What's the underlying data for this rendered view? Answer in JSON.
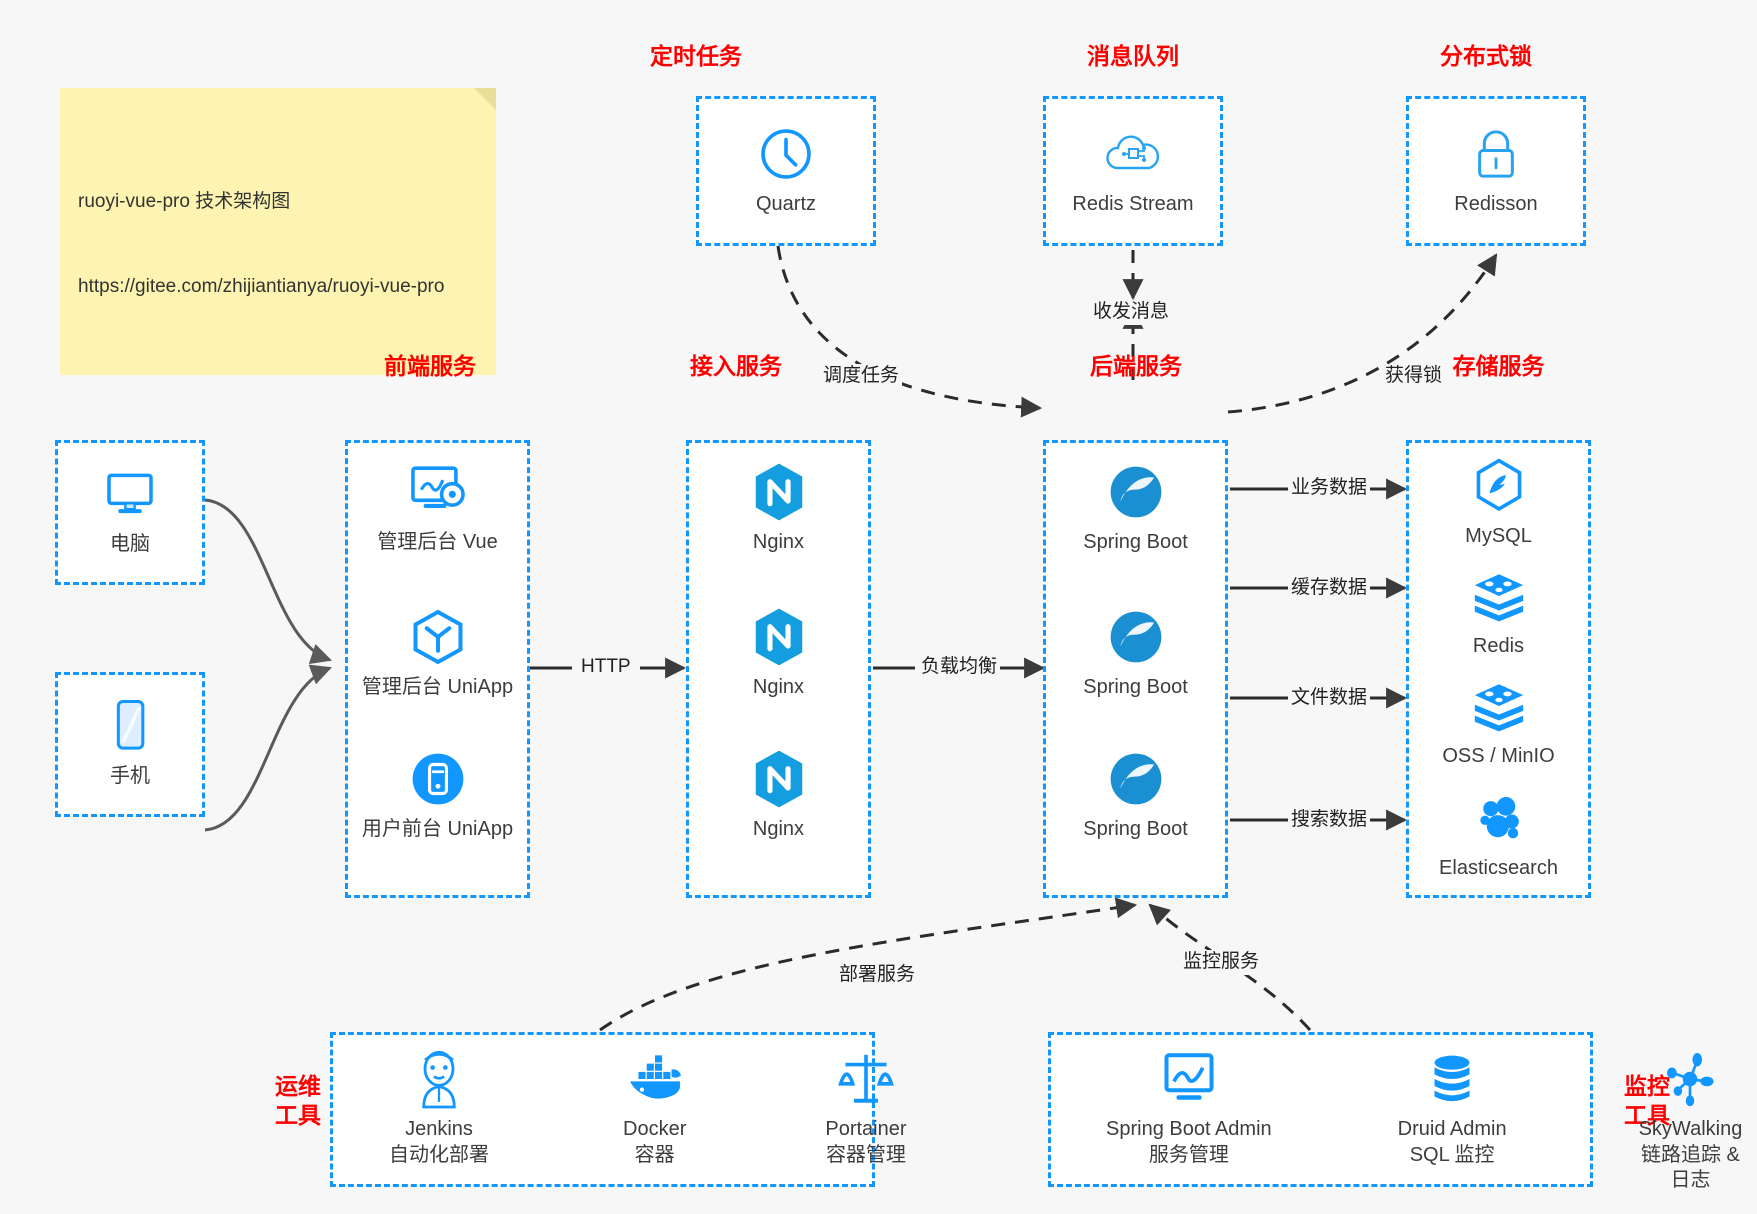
{
  "note": {
    "line1": "ruoyi-vue-pro 技术架构图",
    "line2": "https://gitee.com/zhijiantianya/ruoyi-vue-pro"
  },
  "colors": {
    "accent": "#1296ff",
    "title": "#ff0000",
    "text": "#3d3d3d",
    "background": "#f7f7f7",
    "note_bg": "#fcf4b0"
  },
  "groups": {
    "scheduler": {
      "title": "定时任务",
      "nodes": [
        {
          "label": "Quartz",
          "icon": "clock-icon"
        }
      ]
    },
    "mq": {
      "title": "消息队列",
      "nodes": [
        {
          "label": "Redis Stream",
          "icon": "cloud-network-icon"
        }
      ]
    },
    "lock": {
      "title": "分布式锁",
      "nodes": [
        {
          "label": "Redisson",
          "icon": "lock-icon"
        }
      ]
    },
    "devices": {
      "nodes": [
        {
          "label": "电脑",
          "icon": "desktop-icon"
        },
        {
          "label": "手机",
          "icon": "mobile-icon"
        }
      ]
    },
    "frontend": {
      "title": "前端服务",
      "nodes": [
        {
          "label": "管理后台 Vue",
          "icon": "dashboard-gear-icon"
        },
        {
          "label": "管理后台 UniApp",
          "icon": "cube-icon"
        },
        {
          "label": "用户前台 UniApp",
          "icon": "app-circle-icon"
        }
      ]
    },
    "gateway": {
      "title": "接入服务",
      "nodes": [
        {
          "label": "Nginx",
          "icon": "nginx-icon"
        },
        {
          "label": "Nginx",
          "icon": "nginx-icon"
        },
        {
          "label": "Nginx",
          "icon": "nginx-icon"
        }
      ]
    },
    "backend": {
      "title": "后端服务",
      "nodes": [
        {
          "label": "Spring Boot",
          "icon": "spring-icon"
        },
        {
          "label": "Spring Boot",
          "icon": "spring-icon"
        },
        {
          "label": "Spring Boot",
          "icon": "spring-icon"
        }
      ]
    },
    "storage": {
      "title": "存储服务",
      "nodes": [
        {
          "label": "MySQL",
          "icon": "mysql-icon"
        },
        {
          "label": "Redis",
          "icon": "redis-icon"
        },
        {
          "label": "OSS / MinIO",
          "icon": "redis-icon"
        },
        {
          "label": "Elasticsearch",
          "icon": "elasticsearch-icon"
        }
      ]
    },
    "devops": {
      "title": "运维\n工具",
      "nodes": [
        {
          "label": "Jenkins",
          "sub": "自动化部署",
          "icon": "jenkins-icon"
        },
        {
          "label": "Docker",
          "sub": "容器",
          "icon": "docker-icon"
        },
        {
          "label": "Portainer",
          "sub": "容器管理",
          "icon": "scales-icon"
        }
      ]
    },
    "monitor": {
      "title": "监控\n工具",
      "nodes": [
        {
          "label": "Spring Boot Admin",
          "sub": "服务管理",
          "icon": "monitor-chart-icon"
        },
        {
          "label": "Druid Admin",
          "sub": "SQL 监控",
          "icon": "database-icon"
        },
        {
          "label": "SkyWalking",
          "sub": "链路追踪 & 日志",
          "icon": "skywalking-icon"
        }
      ]
    }
  },
  "edges": [
    {
      "id": "schedule-task",
      "label": "调度任务"
    },
    {
      "id": "send-receive",
      "label": "收发消息"
    },
    {
      "id": "acquire-lock",
      "label": "获得锁"
    },
    {
      "id": "http",
      "label": "HTTP"
    },
    {
      "id": "load-balance",
      "label": "负载均衡"
    },
    {
      "id": "business-data",
      "label": "业务数据"
    },
    {
      "id": "cache-data",
      "label": "缓存数据"
    },
    {
      "id": "file-data",
      "label": "文件数据"
    },
    {
      "id": "search-data",
      "label": "搜索数据"
    },
    {
      "id": "deploy-service",
      "label": "部署服务"
    },
    {
      "id": "monitor-service",
      "label": "监控服务"
    }
  ]
}
